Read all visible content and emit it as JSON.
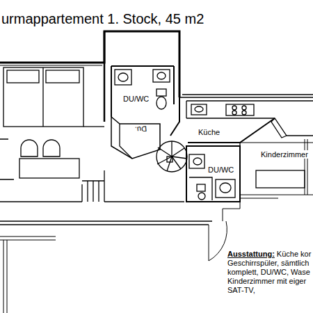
{
  "diagram": {
    "title": "urmappartement  1. Stock, 45 m2",
    "labels": [
      "DU/WC",
      "Du.",
      "Küche",
      "Kinderzimmer",
      "DU/WC",
      "Ausstattung:",
      "Küche kor",
      "Geschirrspüler, sämtlich",
      "komplett, DU/WC, Wase",
      "Kinderzimmer mit eiger",
      "SAT-TV,"
    ]
  }
}
